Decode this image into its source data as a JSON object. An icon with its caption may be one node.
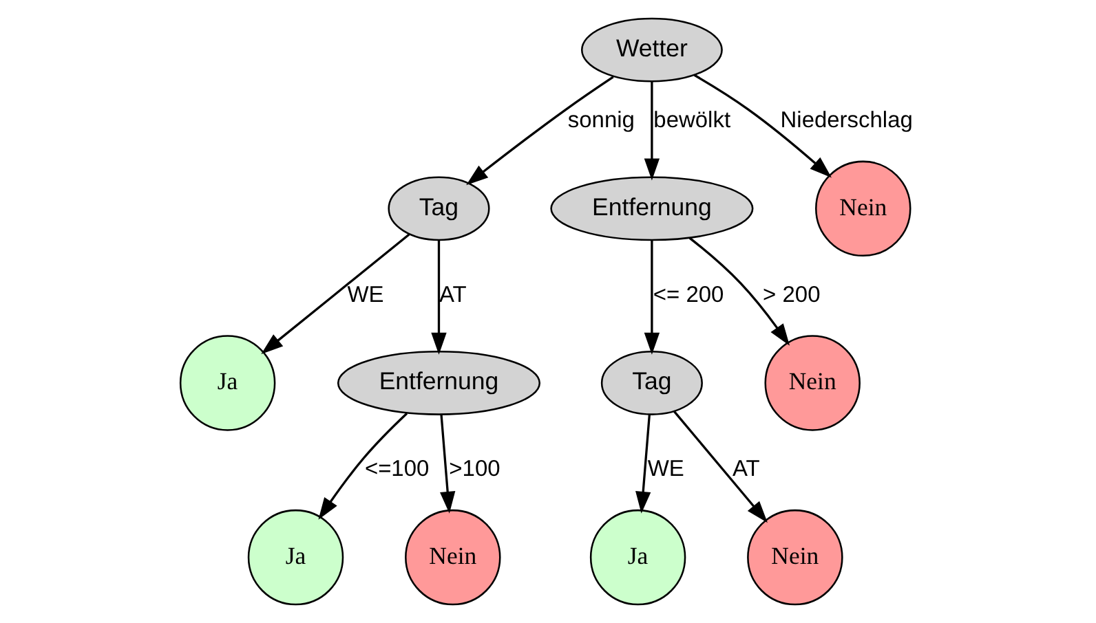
{
  "diagram": {
    "nodes": [
      {
        "text": [
          "Wetter"
        ]
      },
      {
        "text": [
          "Tag"
        ]
      },
      {
        "text": [
          "Entfernung"
        ]
      },
      {
        "text": [
          "Nein"
        ]
      },
      {
        "text": [
          "Ja"
        ]
      },
      {
        "text": [
          "Entfernung"
        ]
      },
      {
        "text": [
          "Tag"
        ]
      },
      {
        "text": [
          "Nein"
        ]
      },
      {
        "text": [
          "Ja"
        ]
      },
      {
        "text": [
          "Nein"
        ]
      },
      {
        "text": [
          "Ja"
        ]
      },
      {
        "text": [
          "Nein"
        ]
      }
    ],
    "edges": [
      {
        "from": 0,
        "to": 1,
        "arrow": "to",
        "label": "sonnig"
      },
      {
        "from": 0,
        "to": 2,
        "arrow": "to",
        "label": "bewölkt"
      },
      {
        "from": 0,
        "to": 3,
        "arrow": "to",
        "label": "Niederschlag"
      },
      {
        "from": 1,
        "to": 4,
        "arrow": "to",
        "label": "WE"
      },
      {
        "from": 1,
        "to": 5,
        "arrow": "to",
        "label": "AT"
      },
      {
        "from": 2,
        "to": 6,
        "arrow": "to",
        "label": "<= 200"
      },
      {
        "from": 2,
        "to": 7,
        "arrow": "to",
        "label": "> 200"
      },
      {
        "from": 5,
        "to": 8,
        "arrow": "to",
        "label": "<=100"
      },
      {
        "from": 5,
        "to": 9,
        "arrow": "to",
        "label": ">100"
      },
      {
        "from": 6,
        "to": 10,
        "arrow": "to",
        "label": "WE"
      },
      {
        "from": 6,
        "to": 11,
        "arrow": "to",
        "label": "AT"
      }
    ]
  }
}
